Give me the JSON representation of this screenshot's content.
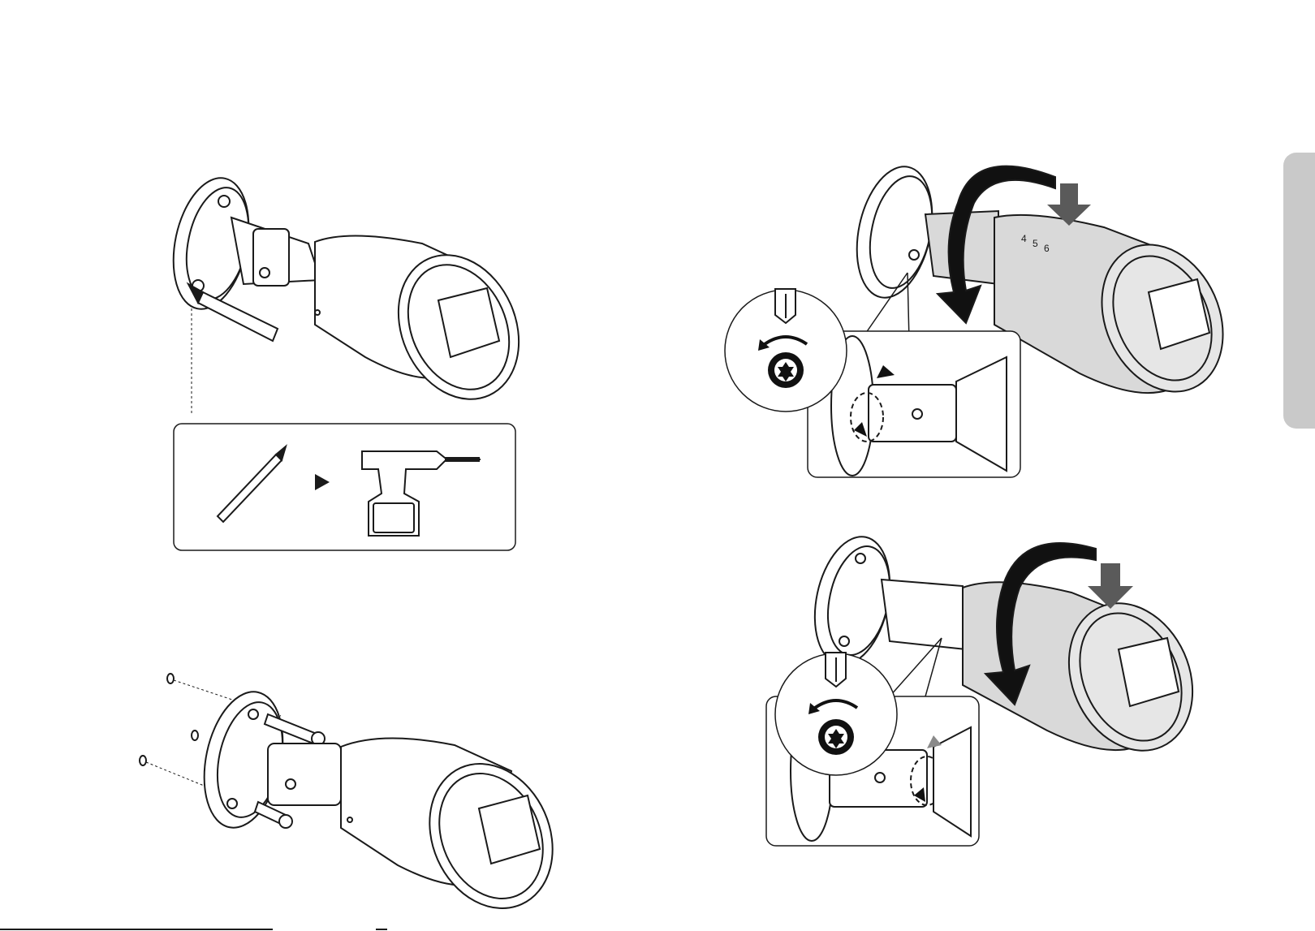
{
  "page": {
    "background": "#ffffff",
    "line_color": "#1a1a1a",
    "shade_color": "#d9d9d9",
    "arrow_color": "#111111",
    "gray_arrow_color": "#5a5a5a",
    "tab_color": "#c9c9c9"
  },
  "figures": {
    "mark_and_drill": {
      "tools": [
        "pencil-icon",
        "play-arrow-icon",
        "drill-icon"
      ]
    },
    "screw_mount": {
      "parts": [
        "wall-plug",
        "mount-screw"
      ]
    },
    "rotate_unlock": {
      "zoom_tool": [
        "torx-screwdriver-icon",
        "rotate-ccw-icon",
        "torx-star-icon"
      ],
      "label_marks": [
        "4",
        "5",
        "6"
      ]
    },
    "rotate_lock": {
      "zoom_tool": [
        "torx-screwdriver-icon",
        "rotate-ccw-icon",
        "torx-star-icon"
      ]
    }
  }
}
